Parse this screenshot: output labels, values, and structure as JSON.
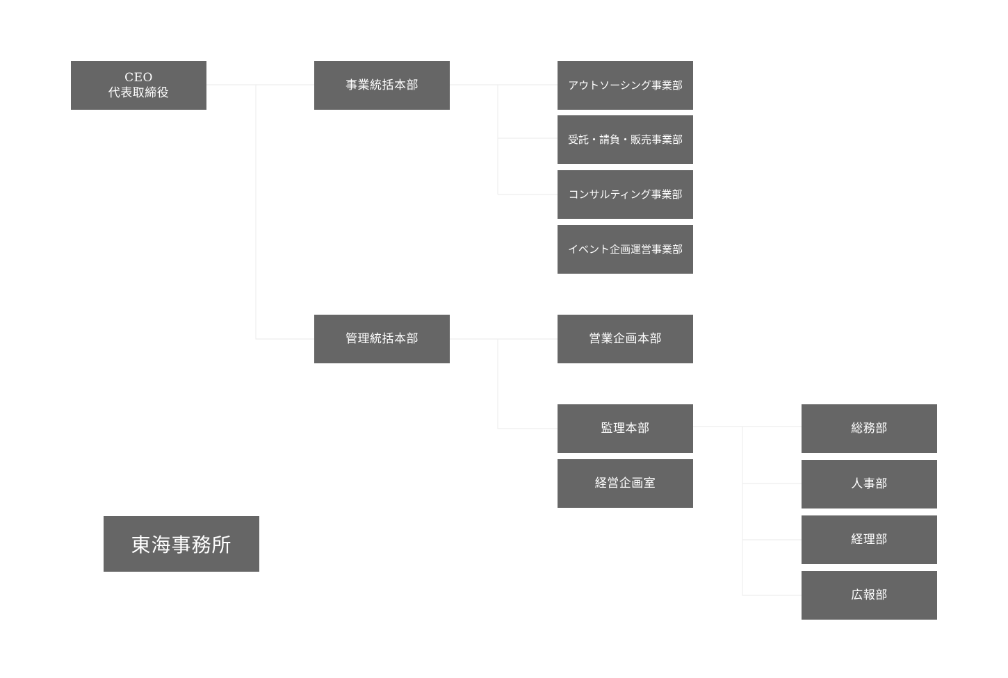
{
  "org_chart": {
    "ceo": {
      "line1": "CEO",
      "line2": "代表取締役"
    },
    "divisions": {
      "business": {
        "label": "事業統括本部",
        "departments": [
          "アウトソーシング事業部",
          "受託・請負・販売事業部",
          "コンサルティング事業部",
          "イベント企画運営事業部"
        ]
      },
      "management": {
        "label": "管理統括本部",
        "departments": [
          "営業企画本部",
          "監理本部",
          "経営企画室"
        ],
        "audit_sections": [
          "総務部",
          "人事部",
          "経理部",
          "広報部"
        ]
      }
    },
    "office": "東海事務所"
  },
  "colors": {
    "box_fill": "#666666",
    "box_text": "#ffffff",
    "connector": "#eeeeee",
    "background": "#ffffff"
  }
}
